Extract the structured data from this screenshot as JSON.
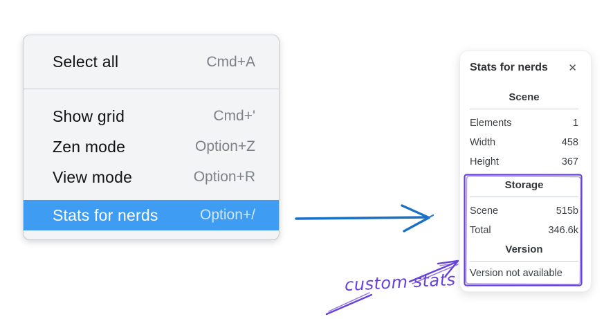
{
  "context_menu": {
    "groups": [
      {
        "items": [
          {
            "label": "Select all",
            "shortcut": "Cmd+A",
            "selected": false
          }
        ]
      },
      {
        "items": [
          {
            "label": "Show grid",
            "shortcut": "Cmd+'",
            "selected": false
          },
          {
            "label": "Zen mode",
            "shortcut": "Option+Z",
            "selected": false
          },
          {
            "label": "View mode",
            "shortcut": "Option+R",
            "selected": false
          },
          {
            "label": "Stats for nerds",
            "shortcut": "Option+/",
            "selected": true
          }
        ]
      }
    ]
  },
  "stats_panel": {
    "title": "Stats for nerds",
    "close_label": "✕",
    "scene": {
      "heading": "Scene",
      "rows": [
        {
          "label": "Elements",
          "value": "1"
        },
        {
          "label": "Width",
          "value": "458"
        },
        {
          "label": "Height",
          "value": "367"
        }
      ]
    },
    "storage": {
      "heading": "Storage",
      "rows": [
        {
          "label": "Scene",
          "value": "515b"
        },
        {
          "label": "Total",
          "value": "346.6k"
        }
      ]
    },
    "version": {
      "heading": "Version",
      "note": "Version not available"
    }
  },
  "annotation": {
    "label": "custom stats"
  },
  "colors": {
    "menu_highlight": "#3e9df2",
    "blue_arrow": "#1b70c4",
    "purple_annotation": "#6741d9",
    "menu_background": "#f2f4f6",
    "panel_background": "#ffffff"
  }
}
